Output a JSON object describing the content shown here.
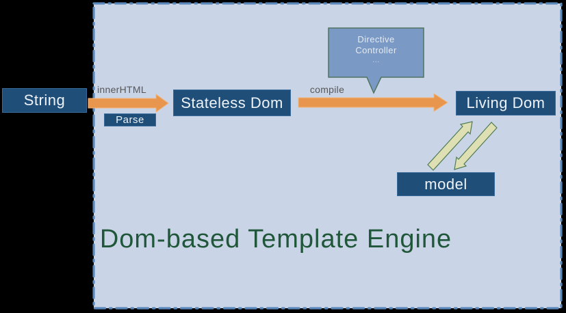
{
  "title": {
    "text": "Dom-based Template Engine",
    "color": "#20573A"
  },
  "nodes": {
    "string": {
      "label": "String"
    },
    "stateless_dom": {
      "label": "Stateless Dom"
    },
    "living_dom": {
      "label": "Living Dom"
    },
    "model": {
      "label": "model"
    },
    "parse": {
      "label": "Parse"
    }
  },
  "arrows": {
    "innerhtml": {
      "label": "innerHTML",
      "color": "#E8964E"
    },
    "compile": {
      "label": "compile",
      "color": "#E8964E"
    },
    "sync_up": {
      "direction": "model to Living Dom",
      "color": "#DFDFB4"
    },
    "sync_down": {
      "direction": "Living Dom to model",
      "color": "#DFDFB4"
    }
  },
  "bubble": {
    "lines": [
      "Directive",
      "Controller",
      "…"
    ],
    "fill": "#7A99C4",
    "border": "#4F7360"
  },
  "colors": {
    "background": "#000000",
    "panel_bg": "#C9D5E6",
    "panel_border": "#5B88BB",
    "node_bg": "#1F4E79",
    "node_text": "#EEF3F8",
    "label_gray": "#565656",
    "arrow_cream_border": "#4E7A52"
  }
}
